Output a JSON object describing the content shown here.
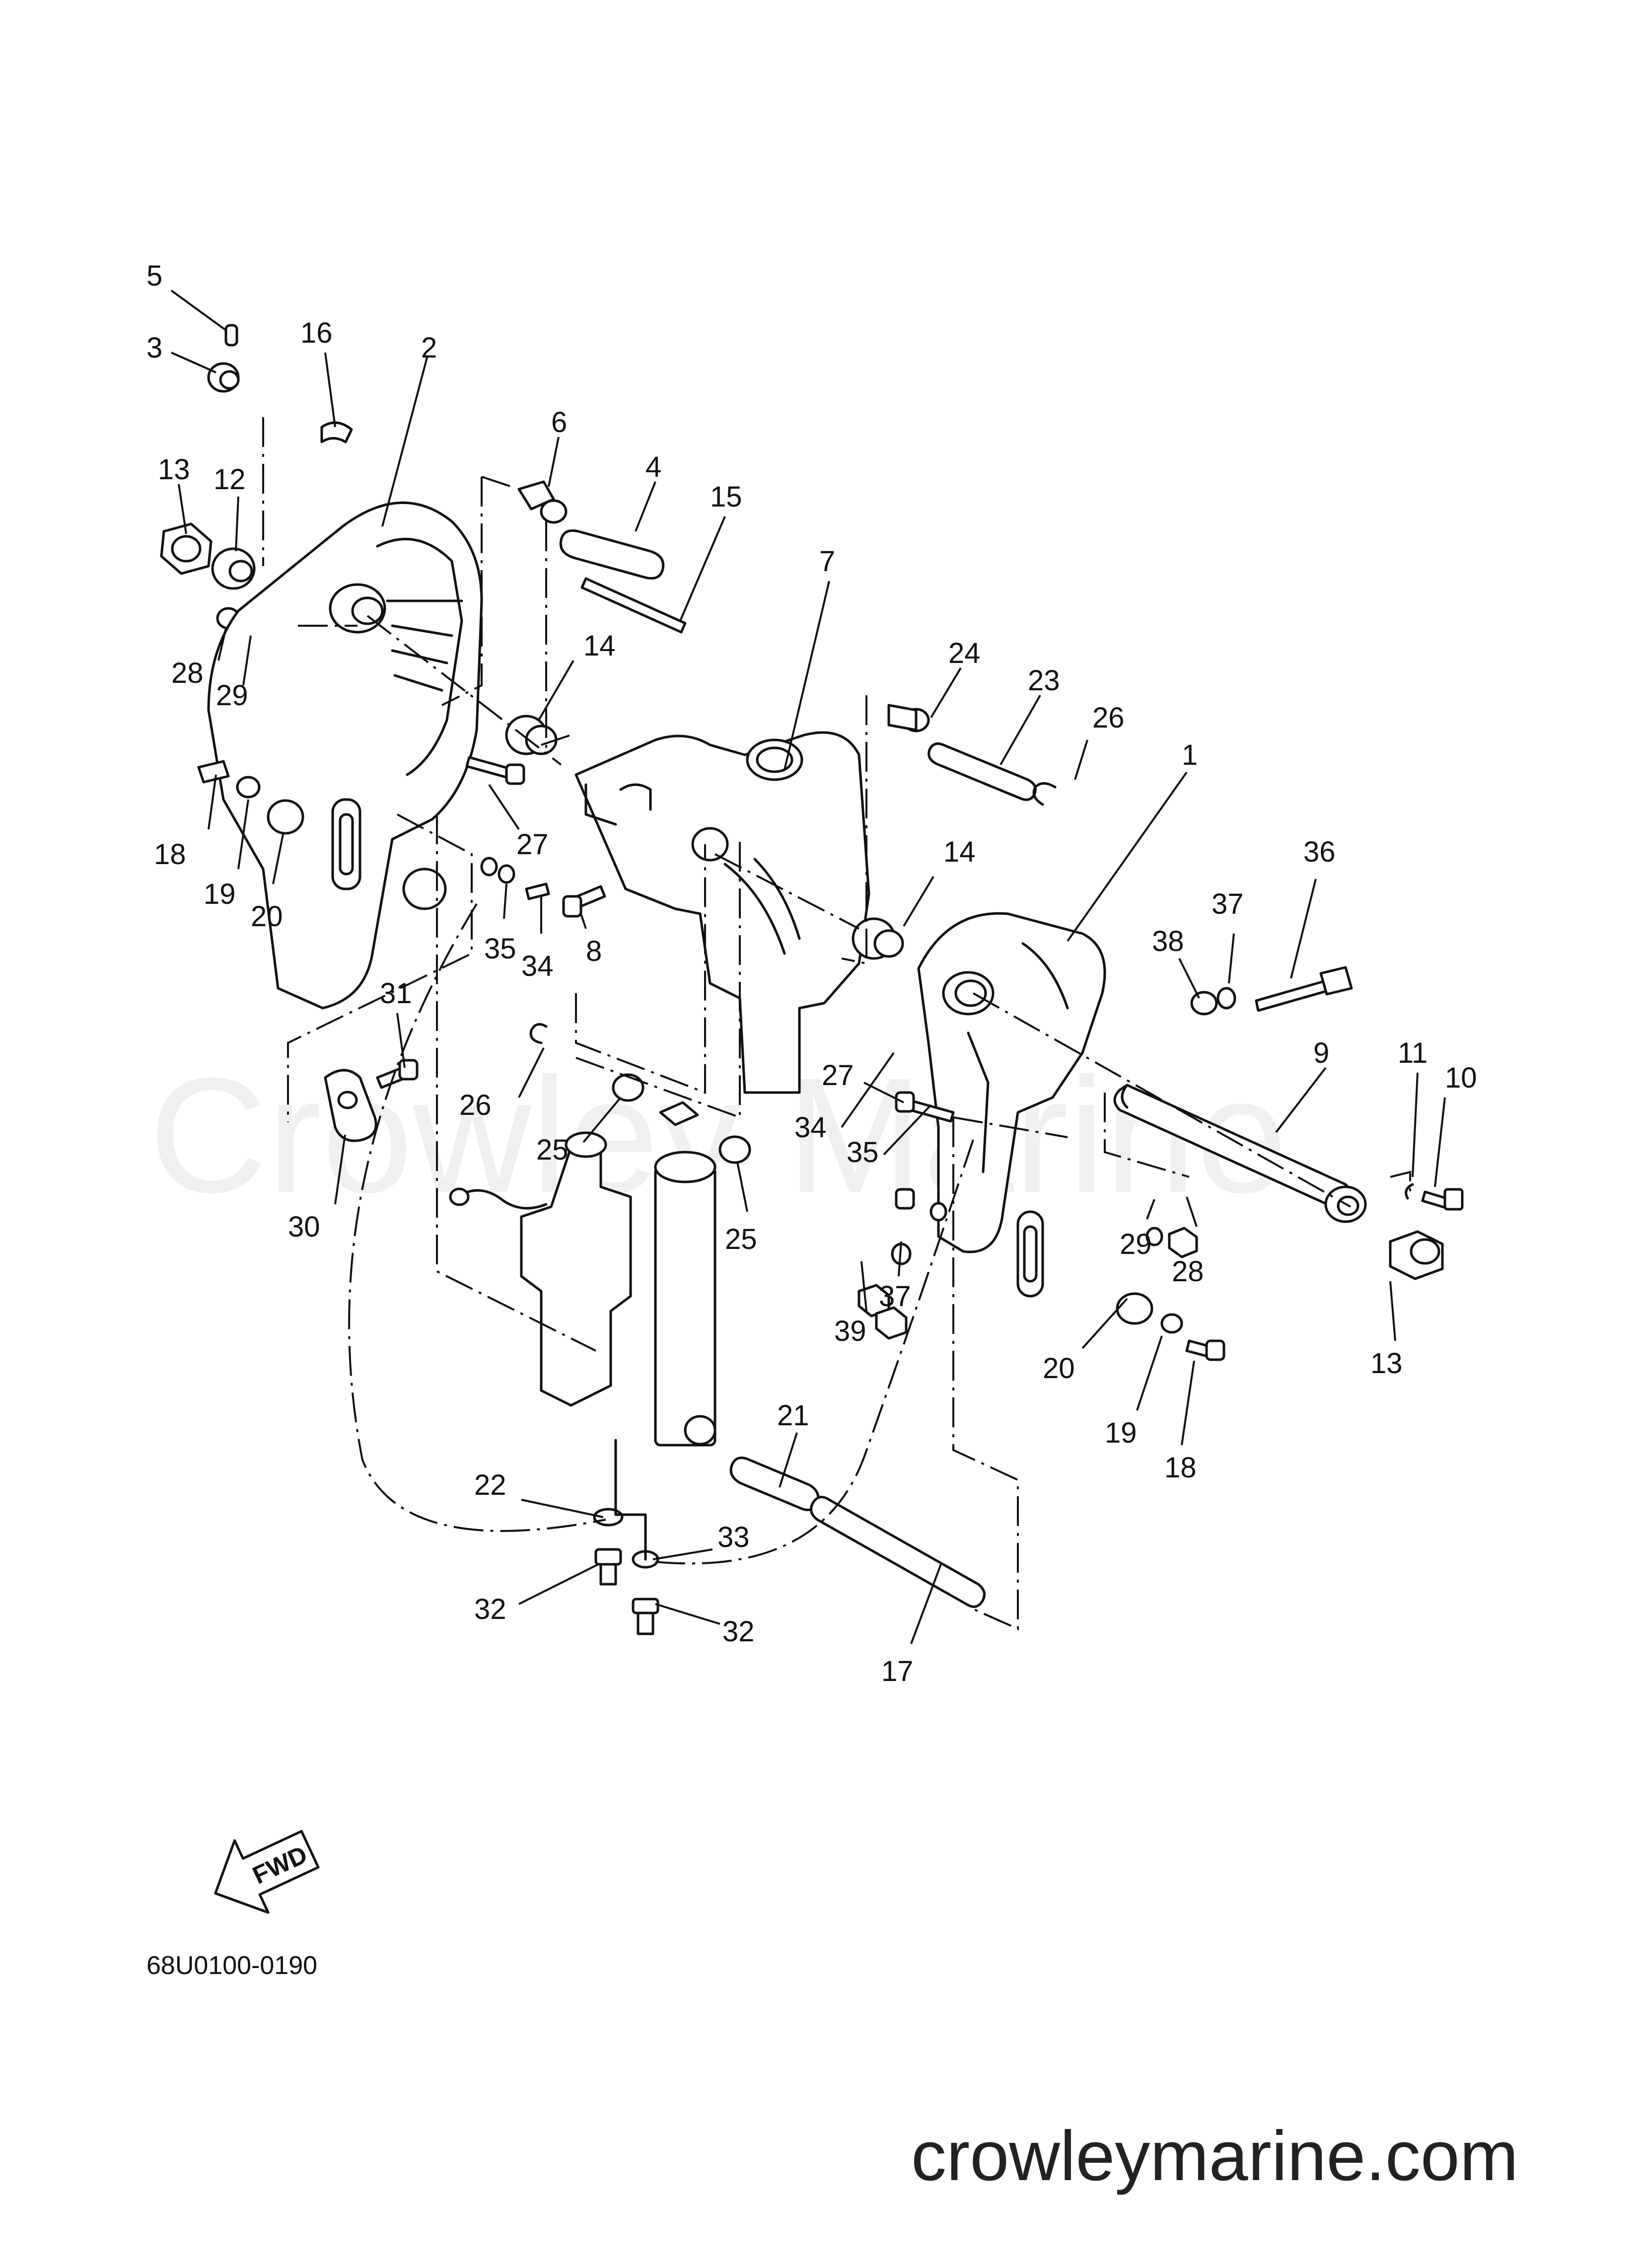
{
  "watermark": "Crowley Marine",
  "diagram_code": "68U0100-0190",
  "website": "crowleymarine.com",
  "fwd_label": "FWD",
  "callouts": [
    {
      "id": "c5",
      "label": "5"
    },
    {
      "id": "c16",
      "label": "16"
    },
    {
      "id": "c3",
      "label": "3"
    },
    {
      "id": "c2",
      "label": "2"
    },
    {
      "id": "c6",
      "label": "6"
    },
    {
      "id": "c13a",
      "label": "13"
    },
    {
      "id": "c12",
      "label": "12"
    },
    {
      "id": "c4",
      "label": "4"
    },
    {
      "id": "c15",
      "label": "15"
    },
    {
      "id": "c7",
      "label": "7"
    },
    {
      "id": "c28a",
      "label": "28"
    },
    {
      "id": "c29a",
      "label": "29"
    },
    {
      "id": "c14a",
      "label": "14"
    },
    {
      "id": "c24",
      "label": "24"
    },
    {
      "id": "c23",
      "label": "23"
    },
    {
      "id": "c26a",
      "label": "26"
    },
    {
      "id": "c1",
      "label": "1"
    },
    {
      "id": "c27a",
      "label": "27"
    },
    {
      "id": "c18a",
      "label": "18"
    },
    {
      "id": "c19a",
      "label": "19"
    },
    {
      "id": "c20a",
      "label": "20"
    },
    {
      "id": "c14b",
      "label": "14"
    },
    {
      "id": "c36",
      "label": "36"
    },
    {
      "id": "c35a",
      "label": "35"
    },
    {
      "id": "c34a",
      "label": "34"
    },
    {
      "id": "c8",
      "label": "8"
    },
    {
      "id": "c38",
      "label": "38"
    },
    {
      "id": "c37a",
      "label": "37"
    },
    {
      "id": "c31",
      "label": "31"
    },
    {
      "id": "c26b",
      "label": "26"
    },
    {
      "id": "c9",
      "label": "9"
    },
    {
      "id": "c11",
      "label": "11"
    },
    {
      "id": "c10",
      "label": "10"
    },
    {
      "id": "c27b",
      "label": "27"
    },
    {
      "id": "c25a",
      "label": "25"
    },
    {
      "id": "c34b",
      "label": "34"
    },
    {
      "id": "c35b",
      "label": "35"
    },
    {
      "id": "c30",
      "label": "30"
    },
    {
      "id": "c25b",
      "label": "25"
    },
    {
      "id": "c29b",
      "label": "29"
    },
    {
      "id": "c28b",
      "label": "28"
    },
    {
      "id": "c37b",
      "label": "37"
    },
    {
      "id": "c39",
      "label": "39"
    },
    {
      "id": "c13b",
      "label": "13"
    },
    {
      "id": "c20b",
      "label": "20"
    },
    {
      "id": "c21",
      "label": "21"
    },
    {
      "id": "c19b",
      "label": "19"
    },
    {
      "id": "c18b",
      "label": "18"
    },
    {
      "id": "c22",
      "label": "22"
    },
    {
      "id": "c33",
      "label": "33"
    },
    {
      "id": "c32a",
      "label": "32"
    },
    {
      "id": "c32b",
      "label": "32"
    },
    {
      "id": "c17",
      "label": "17"
    }
  ]
}
